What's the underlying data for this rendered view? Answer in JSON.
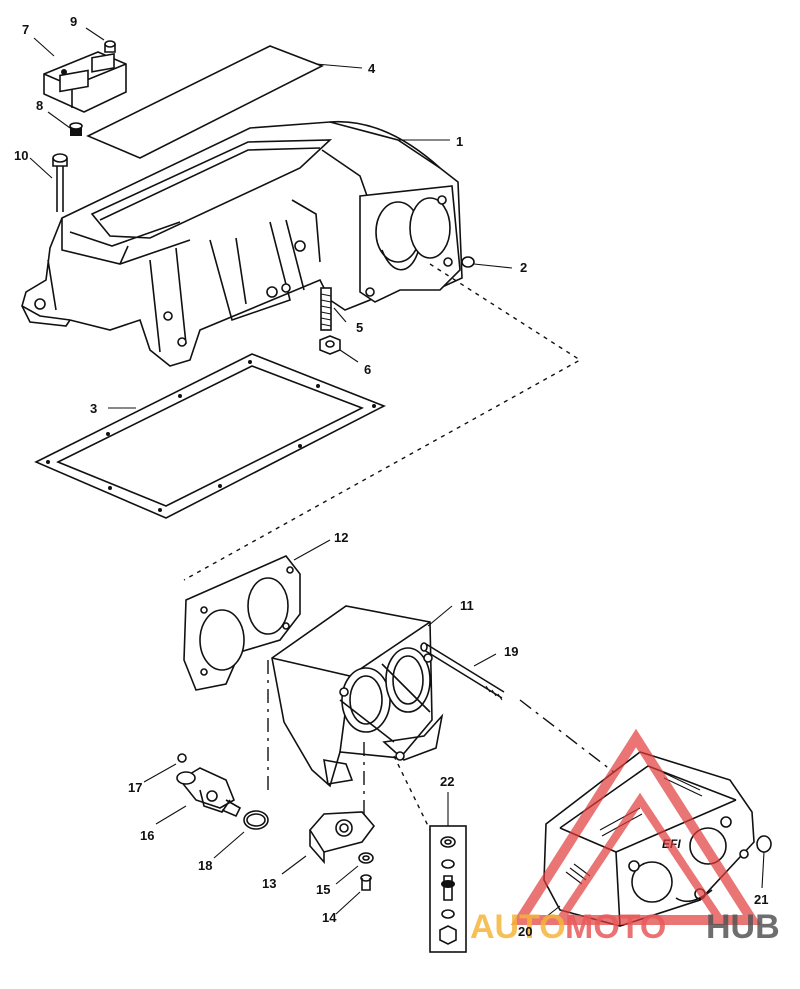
{
  "callouts": [
    {
      "label": "1"
    },
    {
      "label": "2"
    },
    {
      "label": "3"
    },
    {
      "label": "4"
    },
    {
      "label": "5"
    },
    {
      "label": "6"
    },
    {
      "label": "7"
    },
    {
      "label": "8"
    },
    {
      "label": "9"
    },
    {
      "label": "10"
    },
    {
      "label": "11"
    },
    {
      "label": "12"
    },
    {
      "label": "13"
    },
    {
      "label": "14"
    },
    {
      "label": "15"
    },
    {
      "label": "16"
    },
    {
      "label": "17"
    },
    {
      "label": "18"
    },
    {
      "label": "19"
    },
    {
      "label": "20"
    },
    {
      "label": "21"
    },
    {
      "label": "22"
    }
  ],
  "flame_arrestor_text": "EFI",
  "watermark": {
    "part1": "AUTO",
    "part2": "MOTO",
    "part3": "HUB",
    "color1": "#f5b43a",
    "color2": "#e85a5a",
    "color3": "#555555",
    "triangle_color": "#e23b3b"
  }
}
